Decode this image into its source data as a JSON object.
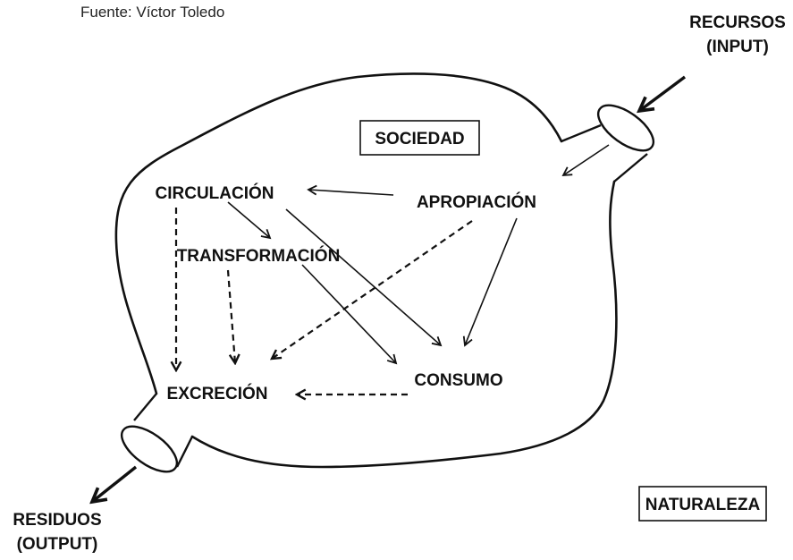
{
  "source": "Fuente: Víctor Toledo",
  "nodes": {
    "recursos_line1": "RECURSOS",
    "recursos_line2": "(INPUT)",
    "sociedad": "SOCIEDAD",
    "apropiacion": "APROPIACIÓN",
    "circulacion": "CIRCULACIÓN",
    "transformacion": "TRANSFORMACIÓN",
    "consumo": "CONSUMO",
    "excrecion": "EXCRECIÓN",
    "residuos_line1": "RESIDUOS",
    "residuos_line2": "(OUTPUT)",
    "naturaleza": "NATURALEZA"
  },
  "edges": [
    {
      "from": "RECURSOS (INPUT)",
      "to": "SOCIEDAD",
      "style": "thick"
    },
    {
      "from": "RECURSOS (INPUT)",
      "to": "APROPIACIÓN",
      "style": "solid"
    },
    {
      "from": "APROPIACIÓN",
      "to": "CIRCULACIÓN",
      "style": "solid"
    },
    {
      "from": "APROPIACIÓN",
      "to": "CONSUMO",
      "style": "solid"
    },
    {
      "from": "APROPIACIÓN",
      "to": "EXCRECIÓN",
      "style": "dashed"
    },
    {
      "from": "CIRCULACIÓN",
      "to": "TRANSFORMACIÓN",
      "style": "solid"
    },
    {
      "from": "CIRCULACIÓN",
      "to": "CONSUMO",
      "style": "solid"
    },
    {
      "from": "CIRCULACIÓN",
      "to": "EXCRECIÓN",
      "style": "dashed"
    },
    {
      "from": "TRANSFORMACIÓN",
      "to": "CONSUMO",
      "style": "solid"
    },
    {
      "from": "TRANSFORMACIÓN",
      "to": "EXCRECIÓN",
      "style": "dashed"
    },
    {
      "from": "CONSUMO",
      "to": "EXCRECIÓN",
      "style": "dashed"
    },
    {
      "from": "SOCIEDAD",
      "to": "RESIDUOS (OUTPUT)",
      "style": "thick"
    }
  ]
}
